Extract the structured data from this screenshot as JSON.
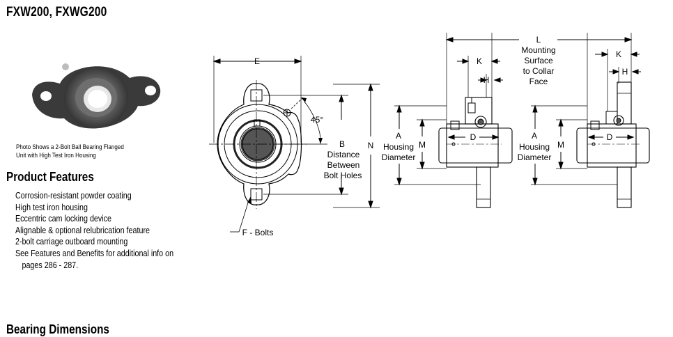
{
  "header": {
    "title": "FXW200, FXWG200"
  },
  "photo": {
    "caption_line1": "Photo Shows a 2-Bolt Ball Bearing Flanged",
    "caption_line2": "Unit with High Test Iron Housing"
  },
  "features": {
    "heading": "Product Features",
    "items": [
      "Corrosion-resistant powder coating",
      "High test iron housing",
      "Eccentric cam locking device",
      "Alignable & optional relubrication feature",
      "2-bolt carriage outboard mounting",
      "See Features and Benefits for additional info on",
      "pages 286 - 287."
    ]
  },
  "dimensions_heading": "Bearing Dimensions",
  "drawing_labels": {
    "e": "E",
    "angle": "45°",
    "b": "B",
    "b_desc1": "Distance",
    "b_desc2": "Between",
    "b_desc3": "Bolt Holes",
    "n": "N",
    "f_bolts": "F - Bolts",
    "l": "L",
    "k": "K",
    "h": "H",
    "mount1": "Mounting",
    "mount2": "Surface",
    "mount3": "to Collar",
    "mount4": "Face",
    "a": "A",
    "housing": "Housing",
    "diameter": "Diameter",
    "m": "M",
    "d": "D"
  }
}
